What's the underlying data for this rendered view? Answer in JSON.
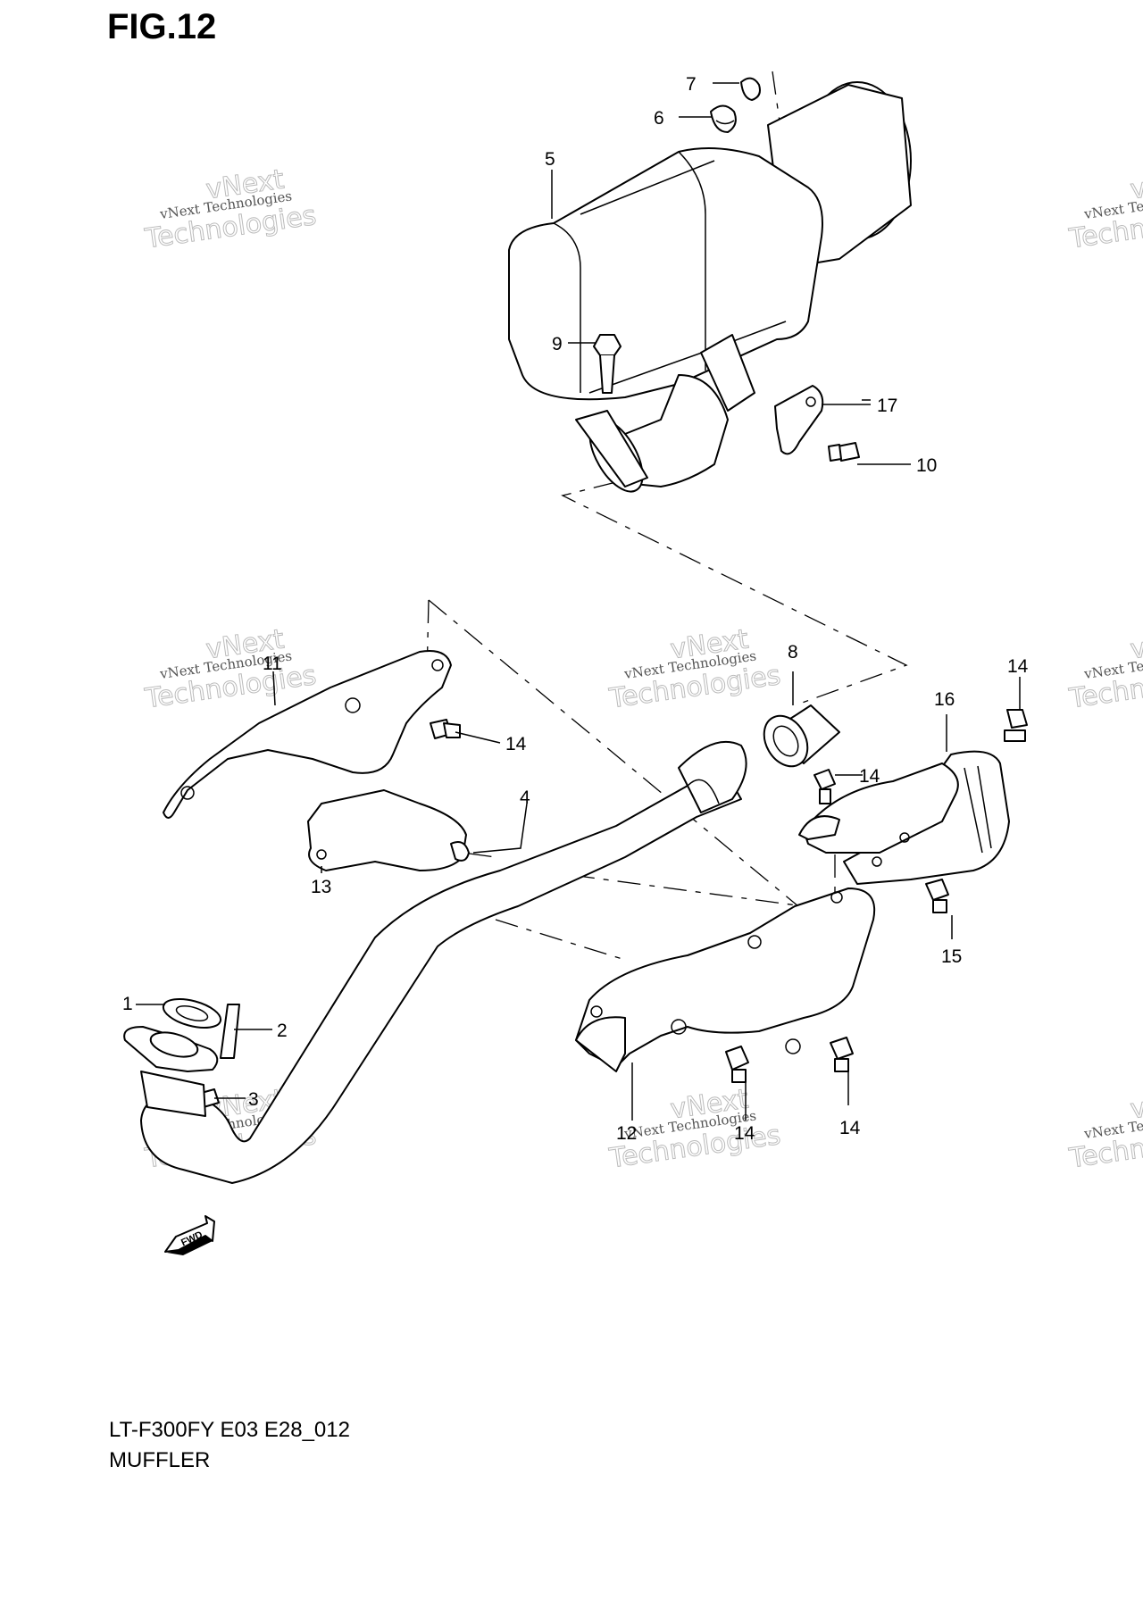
{
  "figure": {
    "title": "FIG.12"
  },
  "watermark": {
    "line1": "vNext Technologies",
    "line2": "Technologies",
    "line3": "vNext"
  },
  "callouts": {
    "c1": "1",
    "c2": "2",
    "c3": "3",
    "c4": "4",
    "c5": "5",
    "c6": "6",
    "c7": "7",
    "c8": "8",
    "c9": "9",
    "c10": "10",
    "c11": "11",
    "c12": "12",
    "c13": "13",
    "c14": "14",
    "c15": "15",
    "c16": "16",
    "c17": "17"
  },
  "fwd_label": "FWD",
  "footer": {
    "model": "LT-F300FY E03 E28_012",
    "section": "MUFFLER"
  }
}
